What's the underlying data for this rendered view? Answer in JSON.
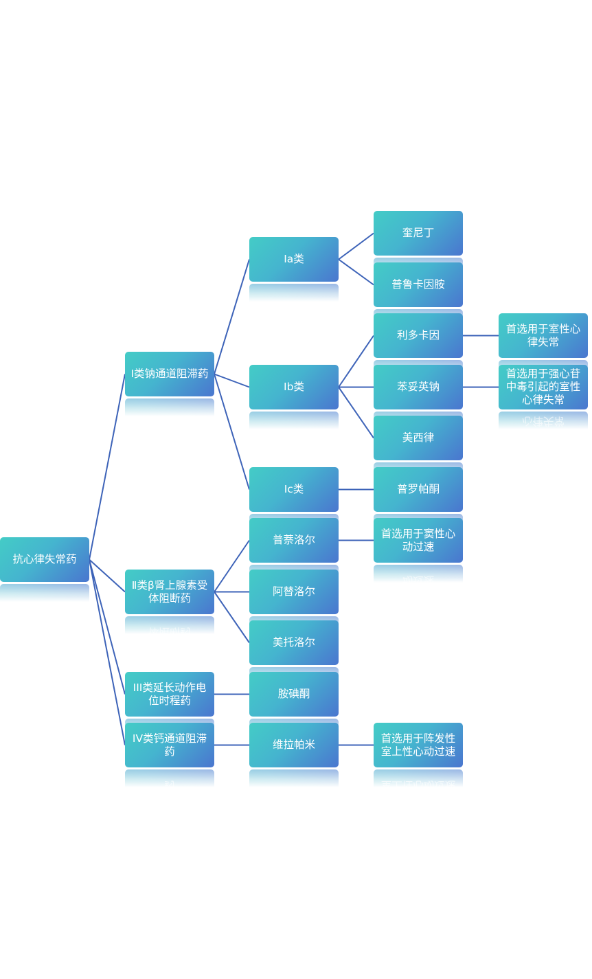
{
  "diagram": {
    "nodes": [
      {
        "id": "root",
        "label": "抗心律失常药"
      },
      {
        "id": "c1",
        "label": "I类钠通道阻滞药"
      },
      {
        "id": "c2",
        "label": "Ⅱ类β肾上腺素受体阻断药"
      },
      {
        "id": "c3",
        "label": "III类延长动作电位时程药"
      },
      {
        "id": "c4",
        "label": "IV类钙通道阻滞药"
      },
      {
        "id": "ia",
        "label": "Ia类"
      },
      {
        "id": "ib",
        "label": "Ib类"
      },
      {
        "id": "ic",
        "label": "Ic类"
      },
      {
        "id": "pnl",
        "label": "普萘洛尔"
      },
      {
        "id": "apl",
        "label": "阿替洛尔"
      },
      {
        "id": "mtl",
        "label": "美托洛尔"
      },
      {
        "id": "ahy",
        "label": "胺碘酮"
      },
      {
        "id": "wlpm",
        "label": "维拉帕米"
      },
      {
        "id": "knd",
        "label": "奎尼丁"
      },
      {
        "id": "plkya",
        "label": "普鲁卡因胺"
      },
      {
        "id": "ldky",
        "label": "利多卡因"
      },
      {
        "id": "btyn",
        "label": "苯妥英钠"
      },
      {
        "id": "mxl",
        "label": "美西律"
      },
      {
        "id": "plpt",
        "label": "普罗帕酮"
      },
      {
        "id": "note_dx",
        "label": "首选用于窦性心动过速"
      },
      {
        "id": "note_zss",
        "label": "首选用于阵发性室上性心动过速"
      },
      {
        "id": "note_sx",
        "label": "首选用于室性心律失常"
      },
      {
        "id": "note_qx",
        "label": "首选用于强心苷中毒引起的室性心律失常"
      }
    ],
    "edges": [
      [
        "root",
        "c1"
      ],
      [
        "root",
        "c2"
      ],
      [
        "root",
        "c3"
      ],
      [
        "root",
        "c4"
      ],
      [
        "c1",
        "ia"
      ],
      [
        "c1",
        "ib"
      ],
      [
        "c1",
        "ic"
      ],
      [
        "c2",
        "pnl"
      ],
      [
        "c2",
        "apl"
      ],
      [
        "c2",
        "mtl"
      ],
      [
        "c3",
        "ahy"
      ],
      [
        "c4",
        "wlpm"
      ],
      [
        "ia",
        "knd"
      ],
      [
        "ia",
        "plkya"
      ],
      [
        "ib",
        "ldky"
      ],
      [
        "ib",
        "btyn"
      ],
      [
        "ib",
        "mxl"
      ],
      [
        "ic",
        "plpt"
      ],
      [
        "pnl",
        "note_dx"
      ],
      [
        "wlpm",
        "note_zss"
      ],
      [
        "ldky",
        "note_sx"
      ],
      [
        "btyn",
        "note_qx"
      ]
    ]
  },
  "colors": {
    "connector": "#3d63b8",
    "node_start": "#44ccc6",
    "node_end": "#4a76cf",
    "text": "#ffffff"
  }
}
